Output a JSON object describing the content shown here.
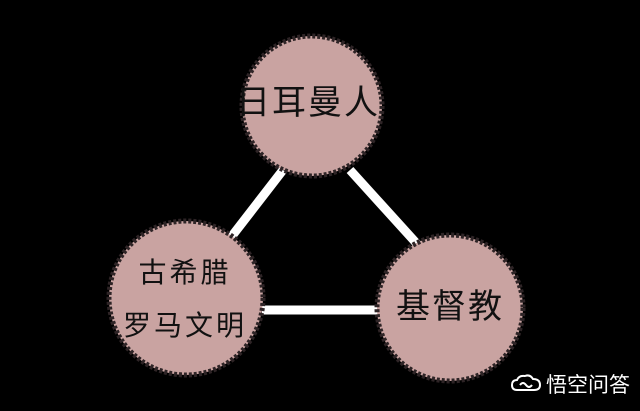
{
  "colors": {
    "background": "#000000",
    "node_fill": "#c9a3a1",
    "node_border": "#2e2426",
    "connector": "#ffffff",
    "label_text": "#111111",
    "watermark_text": "#ffffff"
  },
  "nodes": {
    "top": {
      "label": "日耳曼人"
    },
    "left": {
      "line1": "古希腊",
      "line2": "罗马文明"
    },
    "right": {
      "label": "基督教"
    }
  },
  "watermark": {
    "icon": "cloud-logo-icon",
    "text": "悟空问答"
  }
}
